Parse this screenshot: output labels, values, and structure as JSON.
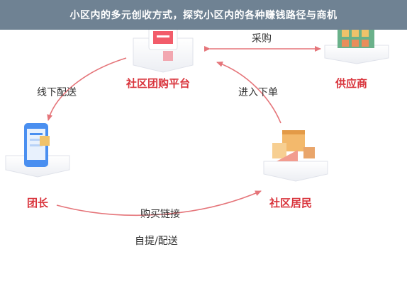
{
  "header": {
    "title": "小区内的多元创收方式，探究小区内的各种赚钱路径与商机"
  },
  "nodes": {
    "platform": "社区团购平台",
    "supplier": "供应商",
    "leader": "团长",
    "residents": "社区居民"
  },
  "edges": {
    "purchase": "采购",
    "offline_delivery": "线下配送",
    "place_order": "进入下单",
    "buy_link": "购买链接",
    "self_pickup": "自提/配送"
  },
  "colors": {
    "accent_red": "#d9343c",
    "arrow_red": "#e5757a",
    "header_bg": "#6f8293",
    "platform_bg": "#f7f7f9"
  }
}
